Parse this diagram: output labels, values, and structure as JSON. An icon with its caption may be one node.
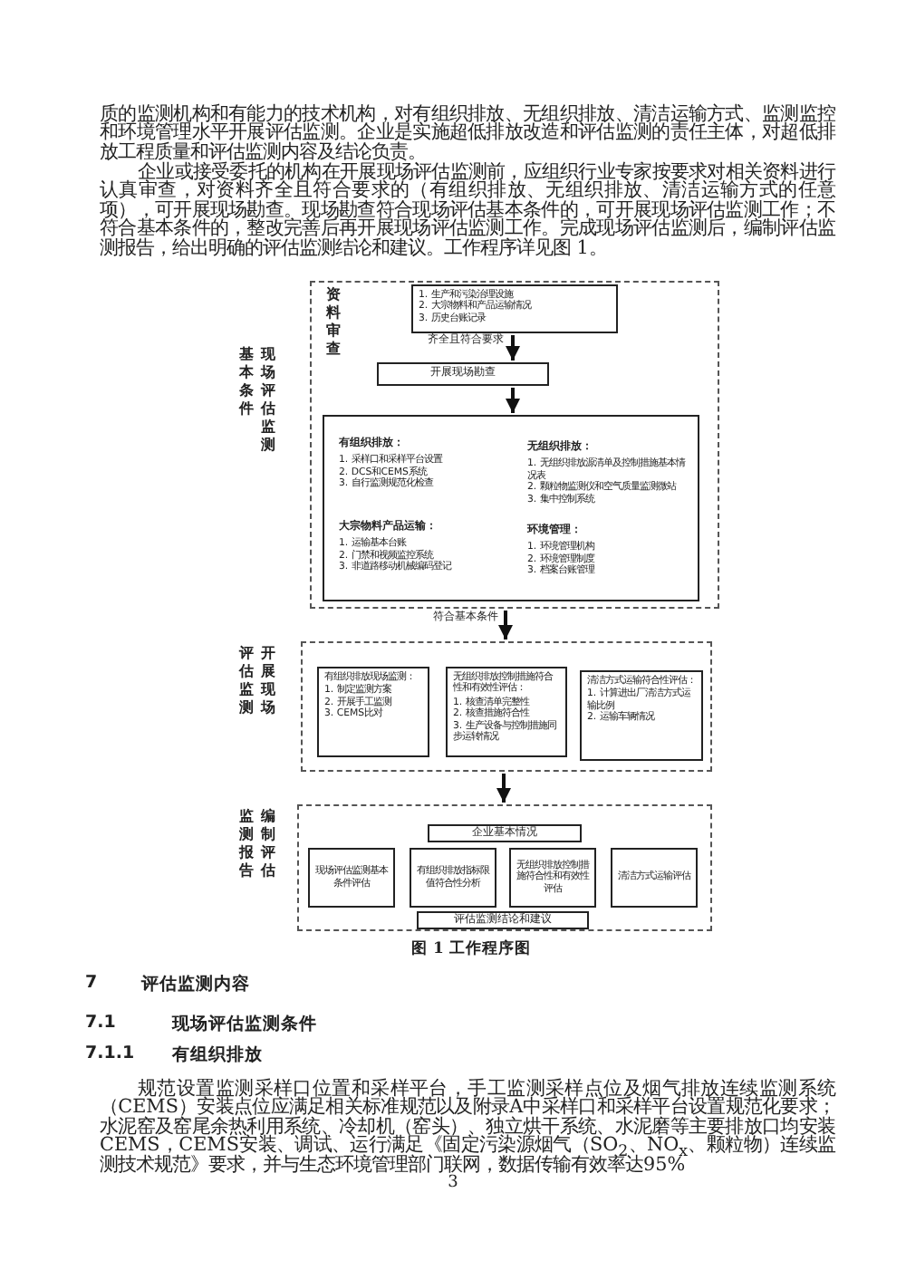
{
  "diagram": {
    "caption": "图 1 工作程序图",
    "nodes": [
      {
        "text": [
          "现场评估监测基本条件",
          "资料审查"
        ]
      },
      {
        "text": [
          "1. 生产和污染治理设施",
          "2. 大宗物料和产品运输情况",
          "3. 历史台账记录"
        ],
        "in": 0
      },
      {
        "text": [
          "开展现场勘查"
        ],
        "in": 0
      },
      {
        "text": [
          "有组织排放：",
          "1. 采样口和采样平台设置",
          "2. DCS和CEMS系统",
          "3. 自行监测规范化检查",
          "无组织排放：",
          "1. 无组织排放源清单及控制措施基本情况表",
          "2. 颗粒物监测仪和空气质量监测微站",
          "3. 集中控制系统",
          "大宗物料产品运输：",
          "1. 运输基本台账",
          "2. 门禁和视频监控系统",
          "3. 非道路移动机械编码登记",
          "环境管理：",
          "1. 环境管理机构",
          "2. 环境管理制度",
          "3. 档案台账管理"
        ],
        "in": 0
      },
      {
        "text": [
          "开展现场评估监测"
        ]
      },
      {
        "text": [
          "有组织排放现场监测：",
          "1. 制定监测方案",
          "2. 开展手工监测",
          "3. CEMS比对"
        ],
        "in": 4
      },
      {
        "text": [
          "无组织排放控制措施符合性和有效性评估：",
          "1. 核查清单完整性",
          "2. 核查措施符合性",
          "3. 生产设备与控制措施同步运转情况"
        ],
        "in": 4
      },
      {
        "text": [
          "清洁方式运输符合性评估：",
          "1. 计算进出厂清洁方式运输比例",
          "2. 运输车辆情况"
        ],
        "in": 4
      },
      {
        "text": [
          "编制评估监测报告"
        ]
      },
      {
        "text": [
          "企业基本情况"
        ],
        "in": 8
      },
      {
        "text": [
          "现场评估监测基本条件评估"
        ],
        "in": 8
      },
      {
        "text": [
          "有组织排放指标限值符合性分析"
        ],
        "in": 8
      },
      {
        "text": [
          "无组织排放控制措施符合性和有效性评估"
        ],
        "in": 8
      },
      {
        "text": [
          "清洁方式运输评估"
        ],
        "in": 8
      },
      {
        "text": [
          "评估监测结论和建议"
        ],
        "in": 8
      }
    ],
    "edges": [
      {
        "from": 1,
        "to": 2,
        "arrow": "to",
        "label": "齐全且符合要求"
      },
      {
        "from": 2,
        "to": 3,
        "arrow": "to"
      },
      {
        "from": 0,
        "to": 4,
        "arrow": "to",
        "label": "符合基本条件"
      },
      {
        "from": 4,
        "to": 8,
        "arrow": "to"
      }
    ],
    "labels": [
      "质的监测机构和有能力的技术机构，对有组织排放、无组织排放、清洁运输方式、监测监控和环境管理水平开展评估监测。企业是实施超低排放改造和评估监测的责任主体，对超低排放工程质量和评估监测内容及结论负责。",
      "企业或接受委托的机构在开展现场评估监测前，应组织行业专家按要求对相关资料进行认真审查，对资料齐全且符合要求的（有组织排放、无组织排放、清洁运输方式的任意项），可开展现场勘查。现场勘查符合现场评估基本条件的，可开展现场评估监测工作；不符合基本条件的，整改完善后再开展现场评估监测工作。完成现场评估监测后，编制评估监测报告，给出明确的评估监测结论和建议。工作程序详见图 1。",
      "7",
      "评估监测内容",
      "7.1",
      "现场评估监测条件",
      "7.1.1",
      "有组织排放",
      "规范设置监测采样口位置和采样平台，手工监测采样点位及烟气排放连续监测系统（CEMS）安装点位应满足相关标准规范以及附录A中采样口和采样平台设置规范化要求；水泥窑及窑尾余热利用系统、冷却机（窑头）、独立烘干系统、水泥磨等主要排放口均安装CEMS，CEMS安装、调试、运行满足《固定污染源烟气（SO$_{2}$、NO$_{x}$、颗粒物）连续监测技术规范》要求，并与生态环境管理部门联网，数据传输有效率达95%",
      "3"
    ]
  }
}
